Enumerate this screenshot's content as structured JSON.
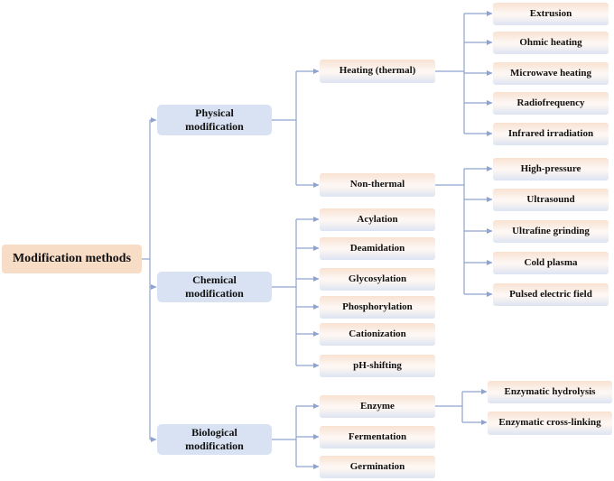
{
  "root": "Modification methods",
  "physical": {
    "label": "Physical modification",
    "heating": {
      "label": "Heating (thermal)",
      "items": [
        "Extrusion",
        "Ohmic heating",
        "Microwave heating",
        "Radiofrequency",
        "Infrared irradiation"
      ]
    },
    "nonthermal": {
      "label": "Non-thermal",
      "items": [
        "High-pressure",
        "Ultrasound",
        "Ultrafine grinding",
        "Cold plasma",
        "Pulsed electric field"
      ]
    }
  },
  "chemical": {
    "label": "Chemical modification",
    "items": [
      "Acylation",
      "Deamidation",
      "Glycosylation",
      "Phosphorylation",
      "Cationization",
      "pH-shifting"
    ]
  },
  "biological": {
    "label": "Biological modification",
    "enzyme": {
      "label": "Enzyme",
      "items": [
        "Enzymatic hydrolysis",
        "Enzymatic cross-linking"
      ]
    },
    "others": [
      "Fermentation",
      "Germination"
    ]
  },
  "colors": {
    "connector": "#8ea3cf",
    "level1_fill": "#d9e2f3",
    "root_fill": "#f7dcc6"
  }
}
